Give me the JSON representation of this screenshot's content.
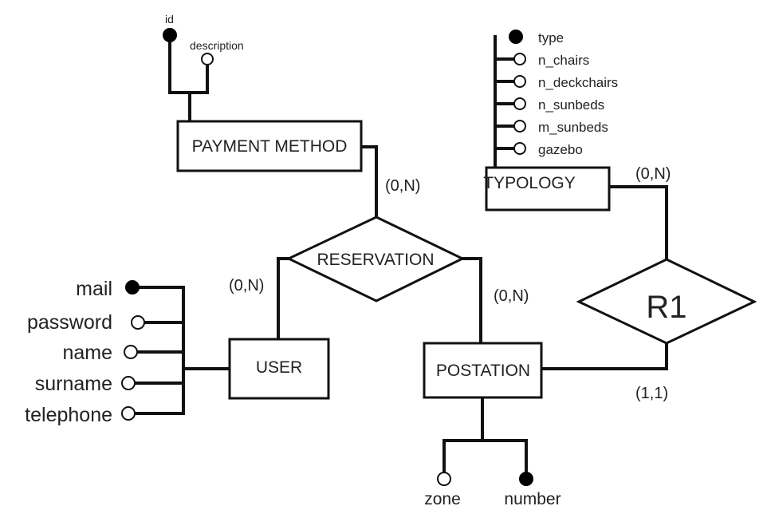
{
  "entities": {
    "payment_method": "PAYMENT METHOD",
    "typology": "TYPOLOGY",
    "user": "USER",
    "postation": "POSTATION"
  },
  "relationships": {
    "reservation": "RESERVATION",
    "r1": "R1"
  },
  "cardinalities": {
    "payment_reservation": "(0,N)",
    "user_reservation": "(0,N)",
    "postation_reservation": "(0,N)",
    "typology_r1": "(0,N)",
    "postation_r1": "(1,1)"
  },
  "attributes": {
    "payment_method": {
      "id": "id",
      "description": "description"
    },
    "typology": {
      "type": "type",
      "n_chairs": "n_chairs",
      "n_deckchairs": "n_deckchairs",
      "n_sunbeds": "n_sunbeds",
      "m_sunbeds": "m_sunbeds",
      "gazebo": "gazebo"
    },
    "user": {
      "mail": "mail",
      "password": "password",
      "name": "name",
      "surname": "surname",
      "telephone": "telephone"
    },
    "postation": {
      "zone": "zone",
      "number": "number"
    }
  },
  "legend": {
    "key_attribute": "filled-circle",
    "attribute": "hollow-circle"
  }
}
